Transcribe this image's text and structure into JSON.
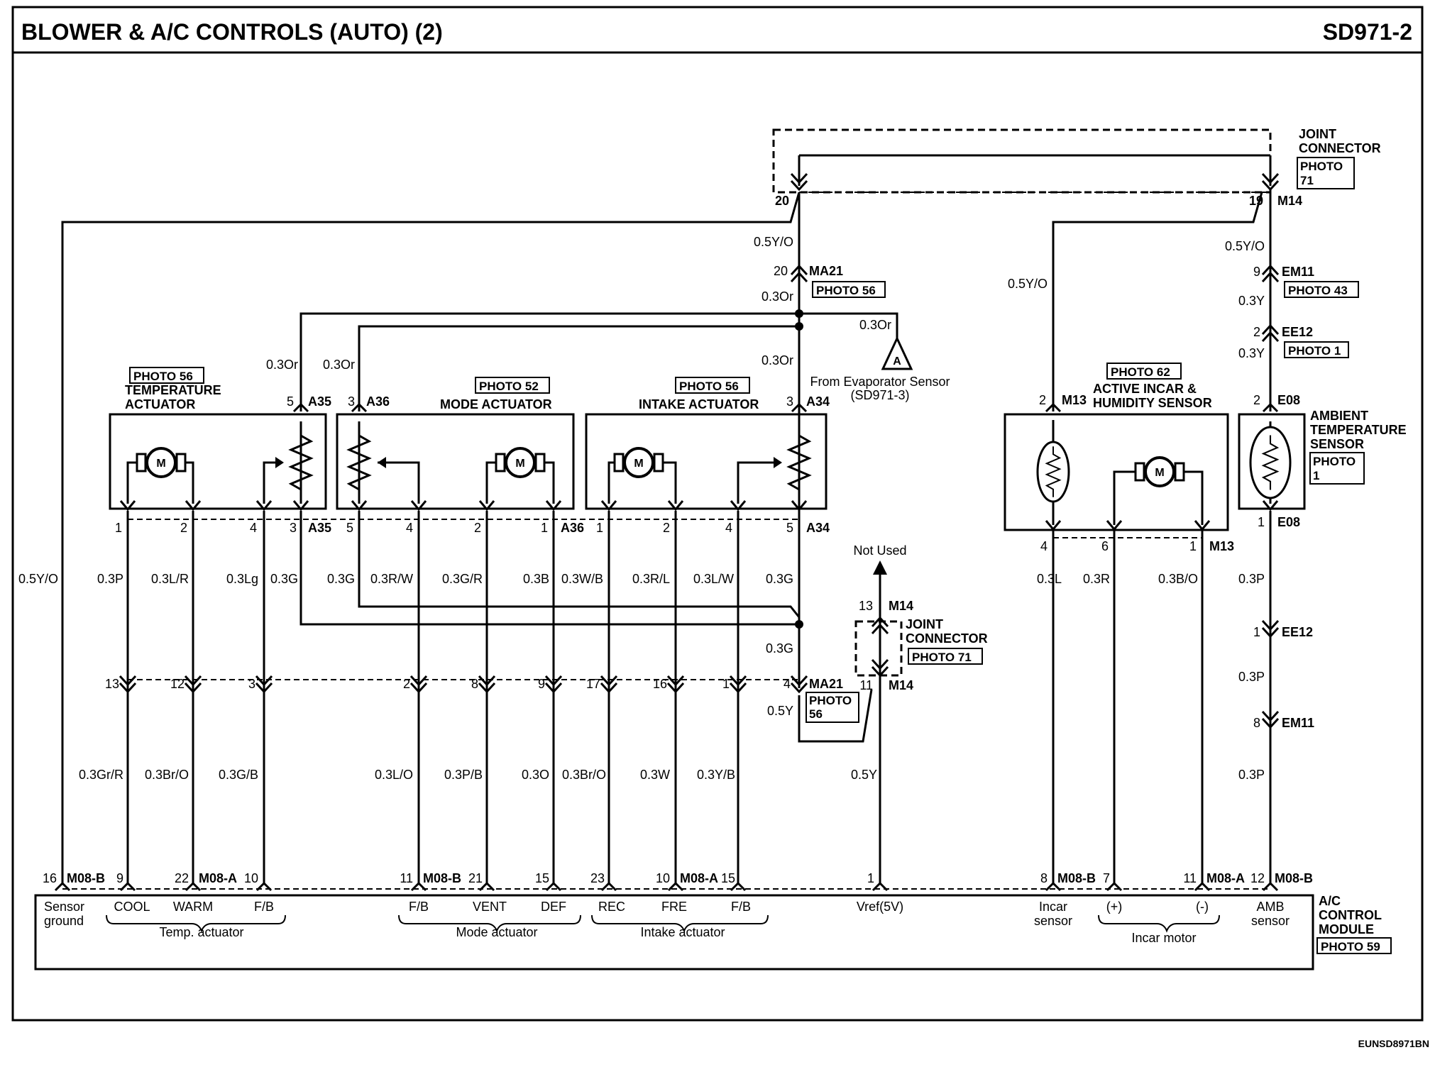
{
  "header": {
    "title": "BLOWER & A/C CONTROLS (AUTO) (2)",
    "code": "SD971-2"
  },
  "footer_code": "EUNSD8971BN",
  "joint_connector_top": {
    "label_1": "JOINT",
    "label_2": "CONNECTOR",
    "photo_1": "PHOTO",
    "photo_2": "71",
    "pin_left": "20",
    "pin_right": "19",
    "connector": "M14"
  },
  "joint_connector_mid": {
    "label_1": "JOINT",
    "label_2": "CONNECTOR",
    "photo": "PHOTO 71",
    "pin_top": "13",
    "conn_top": "M14",
    "pin_bottom": "11",
    "conn_bottom": "M14",
    "not_used": "Not Used"
  },
  "evaporator": {
    "symbol": "A",
    "label_1": "From Evaporator Sensor",
    "label_2": "(SD971-3)",
    "wire": "0.3Or"
  },
  "ma21_top": {
    "pin": "20",
    "connector": "MA21",
    "photo": "PHOTO 56"
  },
  "ma21_bottom": {
    "pin": "4",
    "connector": "MA21",
    "photo_1": "PHOTO",
    "photo_2": "56"
  },
  "components": {
    "temperature_actuator": {
      "photo": "PHOTO 56",
      "name_1": "TEMPERATURE",
      "name_2": "ACTUATOR",
      "top_pin": "5",
      "top_conn": "A35",
      "bottom_pins": [
        "1",
        "2",
        "4",
        "3"
      ],
      "bottom_conn": "A35",
      "motor": "M"
    },
    "mode_actuator": {
      "photo": "PHOTO 52",
      "name": "MODE ACTUATOR",
      "top_pin": "3",
      "top_conn": "A36",
      "bottom_pins": [
        "5",
        "4",
        "2",
        "1"
      ],
      "bottom_conn": "A36",
      "motor": "M"
    },
    "intake_actuator": {
      "photo": "PHOTO 56",
      "name": "INTAKE ACTUATOR",
      "top_pin": "3",
      "top_conn": "A34",
      "bottom_pins": [
        "1",
        "2",
        "4",
        "5"
      ],
      "bottom_conn": "A34",
      "motor": "M"
    },
    "incar_sensor": {
      "photo": "PHOTO 62",
      "name_1": "ACTIVE INCAR &",
      "name_2": "HUMIDITY SENSOR",
      "top_pin": "2",
      "top_conn": "M13",
      "bottom_pins": [
        "4",
        "6",
        "1"
      ],
      "bottom_conn": "M13",
      "motor": "M"
    },
    "ambient_sensor": {
      "name_1": "AMBIENT",
      "name_2": "TEMPERATURE",
      "name_3": "SENSOR",
      "photo_1": "PHOTO",
      "photo_2": "1",
      "top_pin": "2",
      "top_conn": "E08",
      "bottom_pin": "1",
      "bottom_conn": "E08"
    }
  },
  "wires": {
    "top_0_5YO_left": "0.5Y/O",
    "ma21_0_3Or": "0.3Or",
    "mid_0_3Or": "0.3Or",
    "temp_0_3Or": "0.3Or",
    "mode_0_3Or": "0.3Or",
    "incar_0_5YO": "0.5Y/O",
    "amb_0_5YO": "0.5Y/O",
    "em11_0_3Y": "0.3Y",
    "ee12_0_3Y": "0.3Y",
    "row1": [
      "0.5Y/O",
      "0.3P",
      "0.3L/R",
      "0.3Lg",
      "0.3G",
      "0.3G",
      "0.3R/W",
      "0.3G/R",
      "0.3B",
      "0.3W/B",
      "0.3R/L",
      "0.3L/W",
      "0.3G",
      "0.3L",
      "0.3R",
      "0.3B/O",
      "0.3P"
    ],
    "row2": [
      "0.3Gr/R",
      "0.3Br/O",
      "0.3G/B",
      "0.3L/O",
      "0.3P/B",
      "0.3O",
      "0.3Br/O",
      "0.3W",
      "0.3Y/B",
      "0.5Y",
      "0.3P"
    ],
    "g_0_3G": "0.3G",
    "ma21_0_5Y": "0.5Y",
    "ee12_0_3P": "0.3P"
  },
  "right_connectors": {
    "em11_top": {
      "pin": "9",
      "conn": "EM11",
      "photo": "PHOTO 43"
    },
    "ee12_top": {
      "pin": "2",
      "conn": "EE12",
      "photo": "PHOTO 1"
    },
    "ee12_bottom": {
      "pin": "1",
      "conn": "EE12"
    },
    "em11_bottom": {
      "pin": "8",
      "conn": "EM11"
    }
  },
  "mid_connector_pins": [
    "13",
    "12",
    "3",
    "2",
    "8",
    "9",
    "17",
    "16",
    "1"
  ],
  "module": {
    "name_1": "A/C",
    "name_2": "CONTROL",
    "name_3": "MODULE",
    "photo": "PHOTO 59",
    "pins": [
      "16",
      "9",
      "22",
      "10",
      "11",
      "21",
      "15",
      "23",
      "10",
      "15",
      "1",
      "8",
      "7",
      "11",
      "12"
    ],
    "conns": [
      "M08-B",
      "M08-A",
      "M08-B",
      "M08-A",
      "M08-B",
      "M08-A",
      "M08-B"
    ],
    "terminals": [
      "Sensor",
      "ground",
      "COOL",
      "WARM",
      "F/B",
      "F/B",
      "VENT",
      "DEF",
      "REC",
      "FRE",
      "F/B",
      "Vref(5V)",
      "Incar",
      "sensor",
      "(+)",
      "(-)",
      "AMB",
      "sensor"
    ],
    "groups": [
      "Temp. actuator",
      "Mode actuator",
      "Intake actuator",
      "Incar motor"
    ]
  }
}
